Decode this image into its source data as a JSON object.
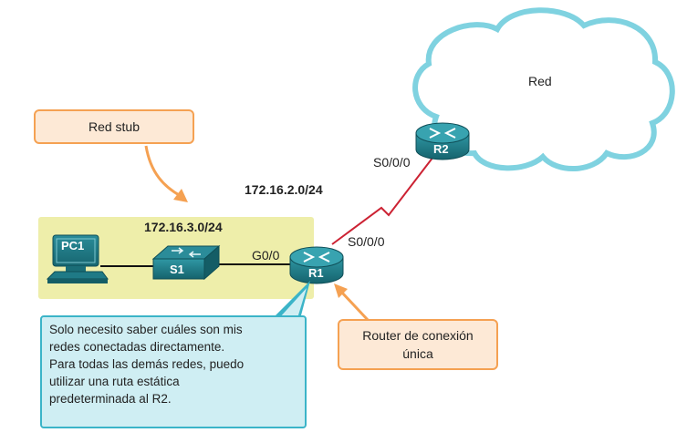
{
  "cloud": {
    "label": "Red"
  },
  "callouts": {
    "stub": "Red stub",
    "router": [
      "Router de conexión",
      "única"
    ],
    "note": [
      "Solo necesito saber cuáles son mis",
      "redes conectadas directamente.",
      "Para todas las demás redes, puedo",
      "utilizar una ruta estática",
      "predeterminada al R2."
    ]
  },
  "networks": {
    "serial": "172.16.2.0/24",
    "lan": "172.16.3.0/24"
  },
  "interfaces": {
    "r2_serial": "S0/0/0",
    "r1_serial": "S0/0/0",
    "r1_gig": "G0/0"
  },
  "devices": {
    "pc": "PC1",
    "switch": "S1",
    "r1": "R1",
    "r2": "R2"
  },
  "colors": {
    "orange": "#f5a152",
    "teal": "#1d7a86",
    "lan_area": "#eeeeaa",
    "serial_link": "#cc2233",
    "cloud_border": "#7fd2e0"
  }
}
